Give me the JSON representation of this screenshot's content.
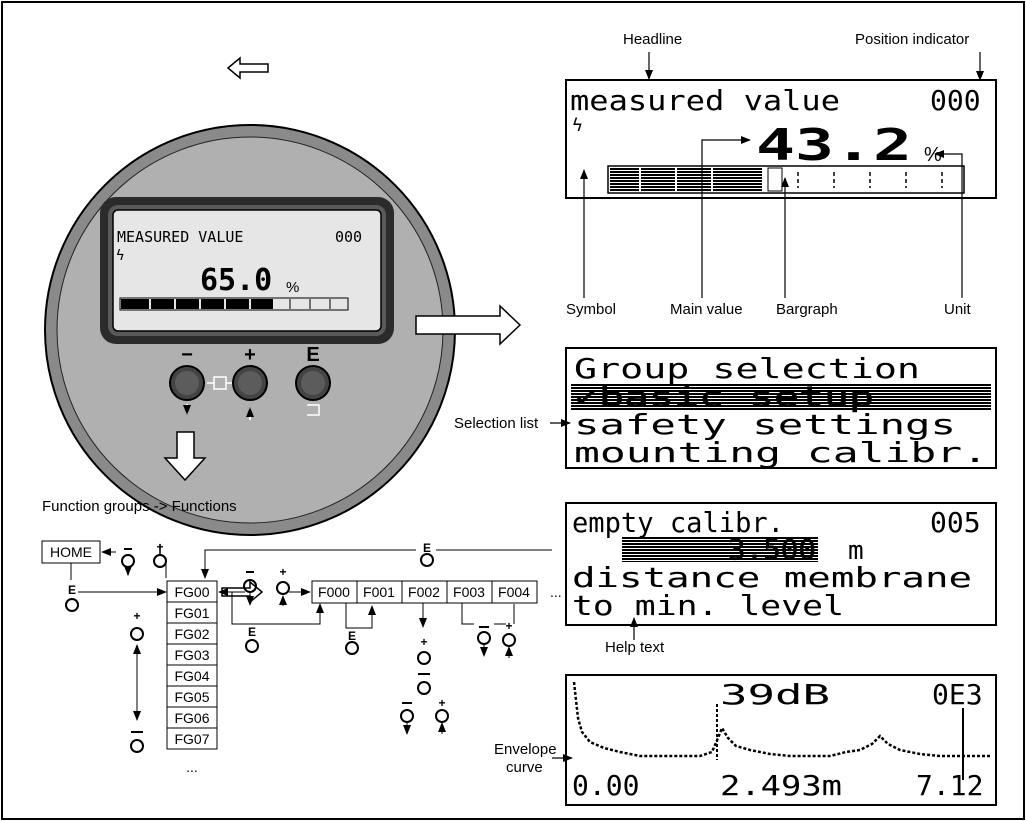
{
  "device": {
    "line1": "MEASURED VALUE",
    "position": "000",
    "value": "65.0",
    "unit": "%",
    "keys": {
      "minus": "−",
      "plus": "+",
      "enter": "E"
    }
  },
  "display_main": {
    "headline_callout": "Headline",
    "position_callout": "Position indicator",
    "headline": "measured value",
    "position": "000",
    "value": "43.2",
    "unit": "%",
    "labels": {
      "symbol": "Symbol",
      "main_value": "Main value",
      "bargraph": "Bargraph",
      "unit": "Unit"
    }
  },
  "display_selection": {
    "title": "Group selection",
    "items": [
      "✓basic setup",
      " safety settings",
      " mounting calibr."
    ],
    "callout": "Selection list"
  },
  "display_help": {
    "title": "empty calibr.",
    "position": "005",
    "value": "3.500",
    "unit": "m",
    "line3": "distance membrane",
    "line4": "to min. level",
    "callout": "Help text"
  },
  "display_envelope": {
    "db": "39dB",
    "code": "0E3",
    "x_start": "0.00",
    "x_mid": "2.493m",
    "x_end": "7.12",
    "callout": "Envelope curve"
  },
  "menu": {
    "title": "Function groups -> Functions",
    "home": "HOME",
    "groups": [
      "FG00",
      "FG01",
      "FG02",
      "FG03",
      "FG04",
      "FG05",
      "FG06",
      "FG07"
    ],
    "functions": [
      "F000",
      "F001",
      "F002",
      "F003",
      "F004"
    ],
    "ellipsis": "..."
  }
}
